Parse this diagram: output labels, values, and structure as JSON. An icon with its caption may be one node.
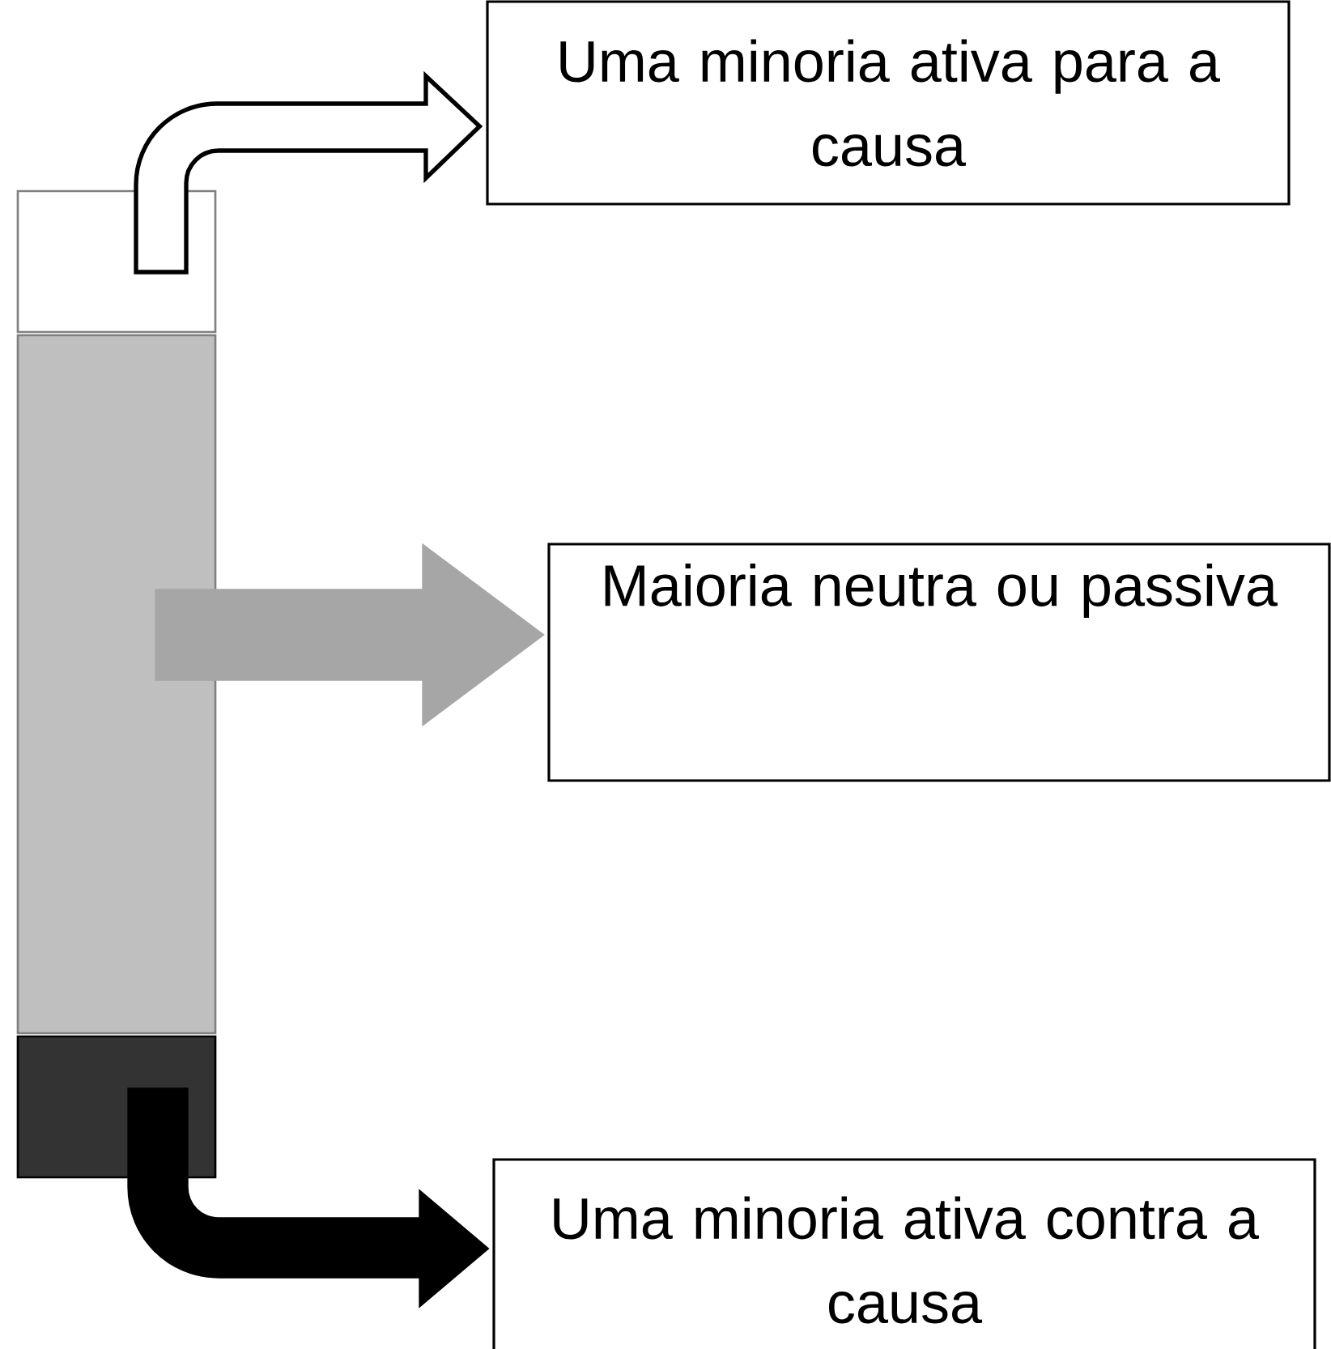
{
  "diagram": {
    "nodes": [
      {
        "text": [],
        "shape": "box"
      },
      {
        "text": [],
        "shape": "box"
      },
      {
        "text": [],
        "shape": "box"
      },
      {
        "text": [
          "Uma minoria ativa para a causa"
        ]
      },
      {
        "text": [
          "Maioria neutra ou passiva"
        ]
      },
      {
        "text": [
          "Uma minoria ativa contra a causa"
        ]
      }
    ],
    "edges": [
      {
        "from": 0,
        "to": 3,
        "arrow": "to",
        "color": "#ffffff"
      },
      {
        "from": 1,
        "to": 4,
        "arrow": "to",
        "color": "#a6a6a6"
      },
      {
        "from": 2,
        "to": 5,
        "arrow": "to",
        "color": "#000000"
      }
    ]
  }
}
